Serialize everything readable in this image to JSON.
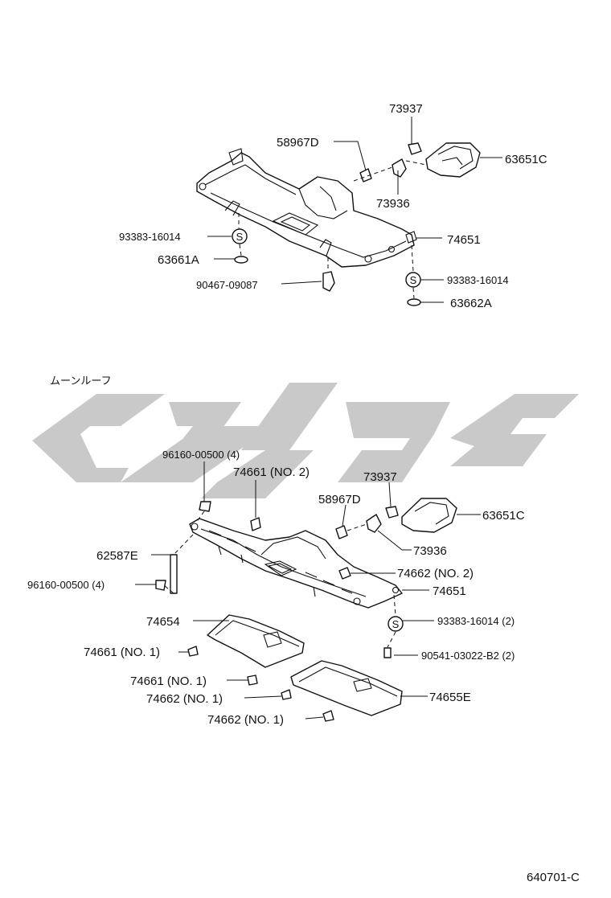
{
  "diagram": {
    "section_note": "ムーンルーフ",
    "figure_code": "640701-C",
    "upper_labels": {
      "p73937": "73937",
      "p58967d": "58967D",
      "p63651c": "63651C",
      "p73936": "73936",
      "p74651": "74651",
      "p93383_left": "93383-16014",
      "p63661a": "63661A",
      "p90467": "90467-09087",
      "p93383_right": "93383-16014",
      "p63662a": "63662A"
    },
    "lower_labels": {
      "p96160_top": "96160-00500 (4)",
      "p74661_no2": "74661 (NO. 2)",
      "p73937": "73937",
      "p58967d": "58967D",
      "p63651c": "63651C",
      "p73936": "73936",
      "p62587e": "62587E",
      "p96160_left": "96160-00500 (4)",
      "p74662_no2": "74662 (NO. 2)",
      "p74651": "74651",
      "p74654": "74654",
      "p93383": "93383-16014 (2)",
      "p74661_no1_a": "74661 (NO. 1)",
      "p90541": "90541-03022-B2 (2)",
      "p74661_no1_b": "74661 (NO. 1)",
      "p74662_no1_a": "74662 (NO. 1)",
      "p74655e": "74655E",
      "p74662_no1_b": "74662 (NO. 1)"
    },
    "symbol_s": "S",
    "watermark_color": "#c9c9c9"
  }
}
